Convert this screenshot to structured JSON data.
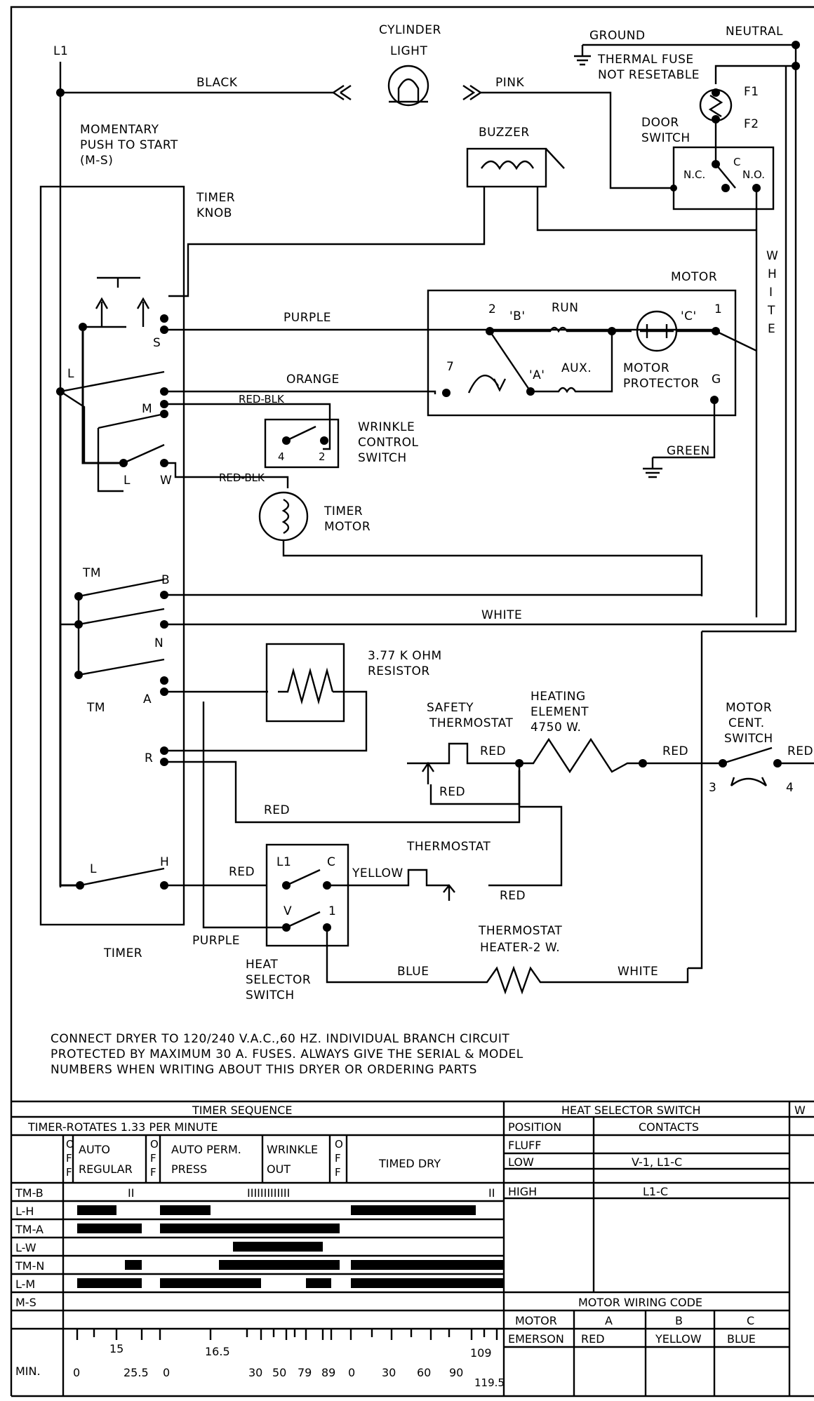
{
  "labels": {
    "l1": "L1",
    "cylinder_light": "CYLINDER",
    "cylinder_light2": "LIGHT",
    "black": "BLACK",
    "pink": "PINK",
    "ground": "GROUND",
    "neutral": "NEUTRAL",
    "thermal_fuse1": "THERMAL FUSE",
    "thermal_fuse2": "NOT RESETABLE",
    "f1": "F1",
    "f2": "F2",
    "door_switch1": "DOOR",
    "door_switch2": "SWITCH",
    "nc": "N.C.",
    "c": "C",
    "no": "N.O.",
    "buzzer": "BUZZER",
    "momentary1": "MOMENTARY",
    "momentary2": "PUSH TO START",
    "momentary3": "(M-S)",
    "timer_knob1": "TIMER",
    "timer_knob2": "KNOB",
    "motor": "MOTOR",
    "purple": "PURPLE",
    "orange": "ORANGE",
    "m2": "2",
    "mb": "'B'",
    "run": "RUN",
    "mc": "'C'",
    "m1": "1",
    "m7": "7",
    "ma": "'A'",
    "aux": "AUX.",
    "motor_prot1": "MOTOR",
    "motor_prot2": "PROTECTOR",
    "g": "G",
    "green": "GREEN",
    "white_v": [
      "W",
      "H",
      "I",
      "T",
      "E"
    ],
    "red_blk1": "RED-BLK",
    "red_blk2": "RED-BLK",
    "wrinkle1": "WRINKLE",
    "wrinkle2": "CONTROL",
    "wrinkle3": "SWITCH",
    "w4": "4",
    "w2": "2",
    "timer_motor1": "TIMER",
    "timer_motor2": "MOTOR",
    "s": "S",
    "l": "L",
    "m": "M",
    "l2": "L",
    "w": "W",
    "tm": "TM",
    "b": "B",
    "n": "N",
    "tm2": "TM",
    "a": "A",
    "r": "R",
    "l3": "L",
    "h": "H",
    "timer": "TIMER",
    "white_h": "WHITE",
    "resistor1": "3.77 K OHM",
    "resistor2": "RESISTOR",
    "safety1": "SAFETY",
    "safety2": "THERMOSTAT",
    "heating1": "HEATING",
    "heating2": "ELEMENT",
    "heating3": "4750 W.",
    "red1": "RED",
    "red2": "RED",
    "red3": "RED",
    "red4": "RED",
    "red5": "RED",
    "red6": "RED",
    "red7": "RED",
    "motor_cent1": "MOTOR",
    "motor_cent2": "CENT.",
    "motor_cent3": "SWITCH",
    "mc3": "3",
    "mc4": "4",
    "thermostat": "THERMOSTAT",
    "yellow": "YELLOW",
    "hs_l1": "L1",
    "hs_c": "C",
    "hs_v": "V",
    "hs_1": "1",
    "heat_sel1": "HEAT",
    "heat_sel2": "SELECTOR",
    "heat_sel3": "SWITCH",
    "purple2": "PURPLE",
    "th_heater1": "THERMOSTAT",
    "th_heater2": "HEATER-2 W.",
    "blue": "BLUE",
    "white2": "WHITE"
  },
  "note": [
    "CONNECT DRYER TO 120/240 V.A.C.,60 HZ. INDIVIDUAL BRANCH CIRCUIT",
    "PROTECTED BY MAXIMUM 30 A. FUSES. ALWAYS GIVE THE SERIAL & MODEL",
    "NUMBERS WHEN WRITING ABOUT THIS DRYER OR ORDERING PARTS"
  ],
  "timer_sequence": {
    "title": "TIMER SEQUENCE",
    "subtitle": "TIMER-ROTATES 1.33 PER MINUTE",
    "cycles": {
      "off1": [
        "O",
        "F",
        "F"
      ],
      "auto_regular1": "AUTO",
      "auto_regular2": "REGULAR",
      "off2": [
        "O",
        "F",
        "F"
      ],
      "auto_perm1": "AUTO PERM.",
      "auto_perm2": "PRESS",
      "wrinkle1": "WRINKLE",
      "wrinkle2": "OUT",
      "off3": [
        "O",
        "F",
        "F"
      ],
      "timed_dry": "TIMED DRY"
    },
    "rows": [
      "TM-B",
      "L-H",
      "TM-A",
      "L-W",
      "TM-N",
      "L-M",
      "M-S",
      "MIN."
    ],
    "tmb_marks": [
      "II",
      "IIIIIIIIIIIII",
      "II"
    ],
    "min_ticks": [
      "0",
      "15",
      "25.5",
      "0",
      "16.5",
      "30",
      "50",
      "79",
      "89",
      "0",
      "30",
      "60",
      "90",
      "109",
      "119.5"
    ]
  },
  "heat_selector": {
    "title": "HEAT SELECTOR SWITCH",
    "headers": [
      "POSITION",
      "CONTACTS"
    ],
    "rows": [
      [
        "FLUFF",
        ""
      ],
      [
        "LOW",
        "V-1, L1-C"
      ],
      [
        "HIGH",
        "L1-C"
      ]
    ]
  },
  "motor_wiring": {
    "title": "MOTOR WIRING CODE",
    "headers": [
      "MOTOR",
      "A",
      "B",
      "C"
    ],
    "rows": [
      [
        "EMERSON",
        "RED",
        "YELLOW",
        "BLUE"
      ]
    ]
  },
  "right_cut": "W"
}
